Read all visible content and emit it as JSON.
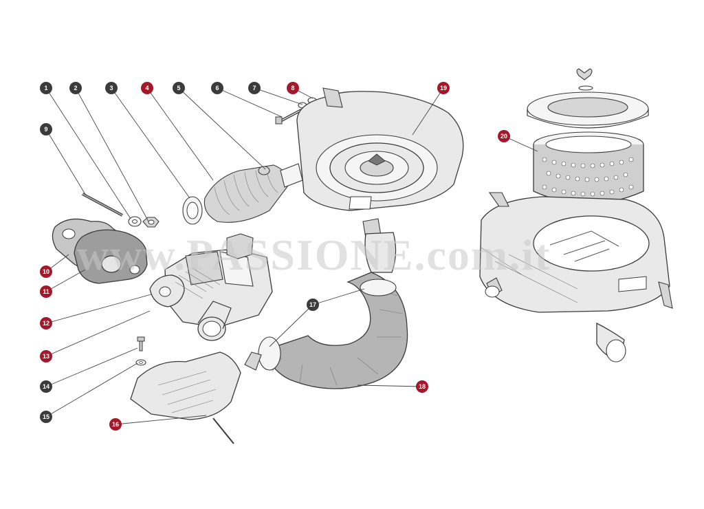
{
  "watermark": "www.PASSIONE.com.it",
  "colors": {
    "label_dark": "#3b3b3b",
    "label_red": "#a3182a",
    "line": "#444444",
    "part_fill": "#e6e6e6"
  },
  "labels": [
    {
      "n": "1",
      "color": "dark"
    },
    {
      "n": "2",
      "color": "dark"
    },
    {
      "n": "3",
      "color": "dark"
    },
    {
      "n": "4",
      "color": "red"
    },
    {
      "n": "5",
      "color": "dark"
    },
    {
      "n": "6",
      "color": "dark"
    },
    {
      "n": "7",
      "color": "dark"
    },
    {
      "n": "8",
      "color": "red"
    },
    {
      "n": "9",
      "color": "dark"
    },
    {
      "n": "10",
      "color": "red"
    },
    {
      "n": "11",
      "color": "red"
    },
    {
      "n": "12",
      "color": "red"
    },
    {
      "n": "13",
      "color": "red"
    },
    {
      "n": "14",
      "color": "dark"
    },
    {
      "n": "15",
      "color": "dark"
    },
    {
      "n": "16",
      "color": "red"
    },
    {
      "n": "17",
      "color": "dark"
    },
    {
      "n": "18",
      "color": "red"
    },
    {
      "n": "19",
      "color": "red"
    },
    {
      "n": "20",
      "color": "red"
    }
  ]
}
